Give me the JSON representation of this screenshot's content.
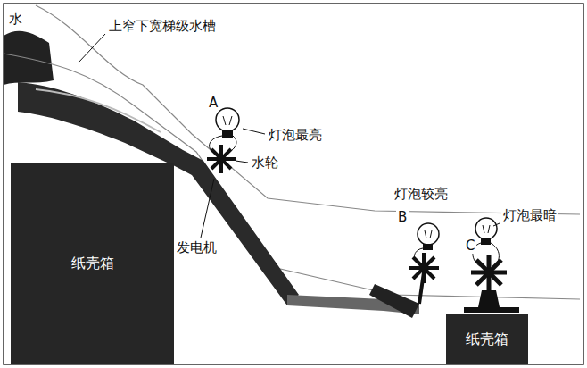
{
  "diagram": {
    "nodes": [
      {
        "text": [
          "纸壳箱"
        ]
      },
      {
        "text": [
          "纸壳箱"
        ]
      }
    ],
    "labels": [
      "水",
      "上窄下宽梯级水槽",
      "A",
      "灯泡最亮",
      "水轮",
      "发电机",
      "B",
      "灯泡较亮",
      "C",
      "灯泡最暗"
    ]
  }
}
